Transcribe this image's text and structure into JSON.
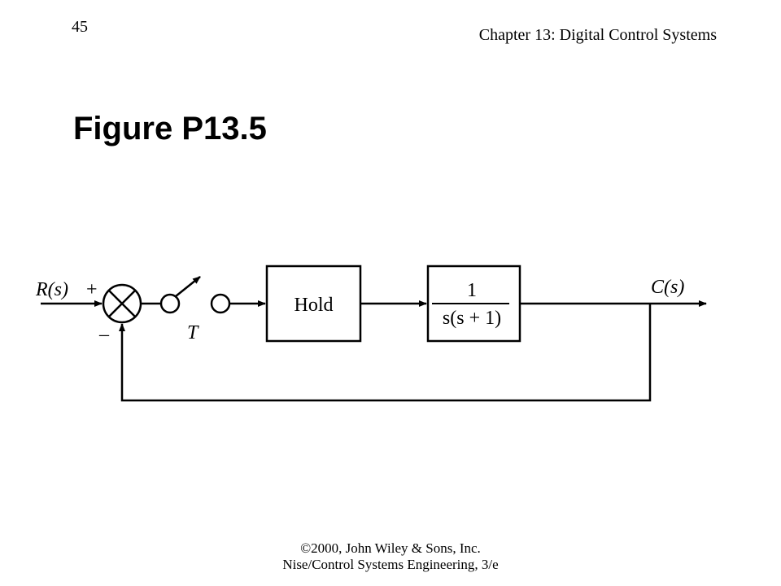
{
  "header": {
    "page_number": "45",
    "chapter_title": "Chapter 13: Digital Control Systems"
  },
  "figure": {
    "title": "Figure P13.5"
  },
  "diagram": {
    "input_label": "R(s)",
    "input_sign": "+",
    "feedback_sign": "–",
    "sampler_label": "T",
    "hold_label": "Hold",
    "plant_numerator": "1",
    "plant_denominator": "s(s + 1)",
    "output_label": "C(s)"
  },
  "footer": {
    "line1": "©2000, John Wiley & Sons, Inc.",
    "line2": "Nise/Control Systems Engineering, 3/e"
  }
}
